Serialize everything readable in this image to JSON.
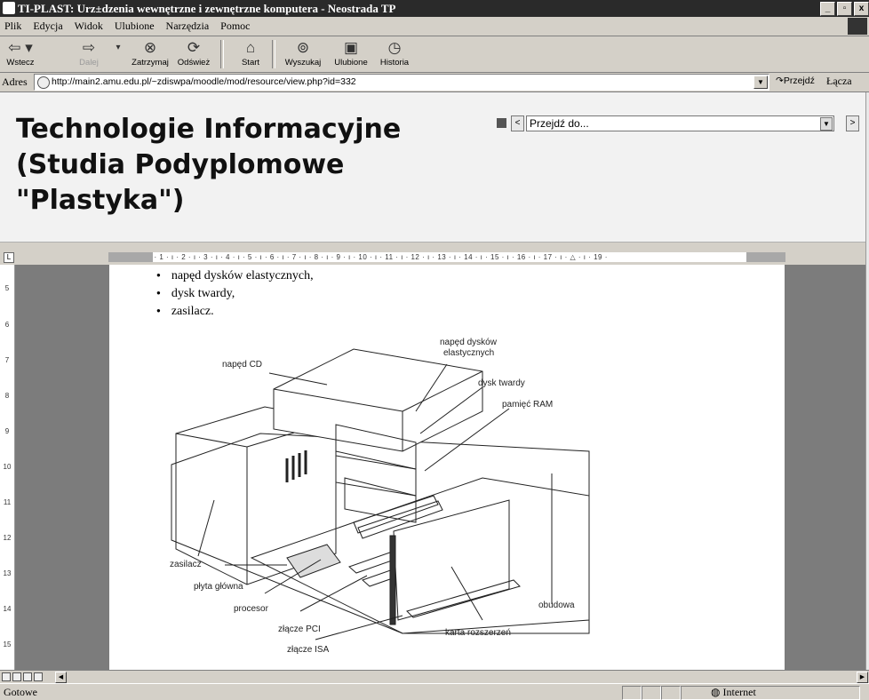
{
  "window": {
    "title": "TI-PLAST: Urz±dzenia wewnętrzne i zewnętrzne komputera - Neostrada TP",
    "controls": [
      "_",
      "▫",
      "x"
    ]
  },
  "menu": {
    "items": [
      "Plik",
      "Edycja",
      "Widok",
      "Ulubione",
      "Narzędzia",
      "Pomoc"
    ]
  },
  "toolbar": {
    "back": "Wstecz",
    "forward": "Dalej",
    "stop": "Zatrzymaj",
    "refresh": "Odśwież",
    "home": "Start",
    "search": "Wyszukaj",
    "favorites": "Ulubione",
    "history": "Historia"
  },
  "address": {
    "label": "Adres",
    "url": "http://main2.amu.edu.pl/~zdiswpa/moodle/mod/resource/view.php?id=332",
    "go": "Przejdź",
    "links": "Łącza"
  },
  "header": {
    "course_title": "Technologie Informacyjne (Studia Podyplomowe \"Plastyka\")",
    "jump_to": "Przejdź do...",
    "prev": "<",
    "next": ">"
  },
  "ruler": {
    "scale": "· 1 · ı · ▽ · ı · 1 · ı · 2 · ı · 3 · ı · 4 · ı · 5 · ı · 6 · ı · 7 · ı · 8 · ı · 9 · ı · 10 · ı · 11 · ı · 12 · ı · 13 · ı · 14 · ı · 15 · ı · 16 · ı · 17 · ı · △ · ı · 19 ·",
    "vertical": [
      "5",
      "6",
      "7",
      "8",
      "9",
      "10",
      "11",
      "12",
      "13",
      "14",
      "15"
    ]
  },
  "document": {
    "bullets": [
      "napęd dysków elastycznych,",
      "dysk twardy,",
      "zasilacz."
    ],
    "diagram_labels": {
      "cd": "napęd CD",
      "floppy_1": "napęd dysków",
      "floppy_2": "elastycznych",
      "hdd": "dysk twardy",
      "ram": "pamięć RAM",
      "psu": "zasilacz",
      "motherboard": "płyta główna",
      "cpu": "procesor",
      "pci": "złącze PCI",
      "isa": "złącze ISA",
      "card": "karta rozszerzeń",
      "case": "obudowa"
    }
  },
  "status": {
    "text": "Gotowe",
    "zone": "Internet"
  }
}
